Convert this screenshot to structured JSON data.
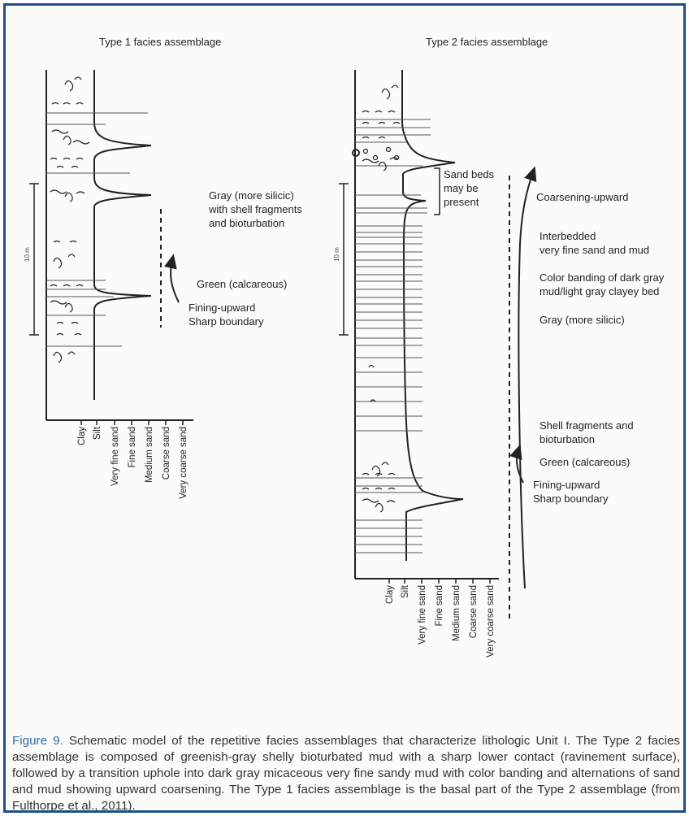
{
  "figure": {
    "type1_title": "Type 1 facies assemblage",
    "type2_title": "Type 2 facies assemblage",
    "scale_label_1": "10 m",
    "scale_label_2": "10 m",
    "grain_sizes": [
      "Clay",
      "Silt",
      "Very fine sand",
      "Fine sand",
      "Medium sand",
      "Coarse sand",
      "Very coarse sand"
    ],
    "type1_annotations": {
      "gray_l1": "Gray (more silicic)",
      "gray_l2": "with shell fragments",
      "gray_l3": "and bioturbation",
      "green": "Green (calcareous)",
      "fining": "Fining-upward",
      "sharp": "Sharp boundary"
    },
    "type2_annotations": {
      "sand_l1": "Sand beds",
      "sand_l2": "may be",
      "sand_l3": "present",
      "coarsening": "Coarsening-upward",
      "inter_l1": "Interbedded",
      "inter_l2": "very fine sand and mud",
      "band_l1": "Color banding of dark gray",
      "band_l2": "mud/light gray clayey bed",
      "gray": "Gray (more silicic)",
      "shell_l1": "Shell fragments and",
      "shell_l2": "bioturbation",
      "green": "Green (calcareous)",
      "fining": "Fining-upward",
      "sharp": "Sharp boundary"
    }
  },
  "caption": {
    "lead": "Figure 9.",
    "text": " Schematic model of the repetitive facies assemblages that characterize lithologic Unit I. The Type 2 facies assemblage is composed of greenish-gray shelly bioturbated mud with a sharp lower contact (ravinement surface), followed by a transition uphole into dark gray micaceous very fine sandy mud with color banding and alternations of sand and mud showing upward coarsening. The Type 1 facies assemblage is the basal part of the Type 2 assemblage (from Fulthorpe et al., 2011)."
  },
  "colors": {
    "frame": "#1f4e8c",
    "caption_lead": "#2b6cb0",
    "ink": "#222222"
  }
}
